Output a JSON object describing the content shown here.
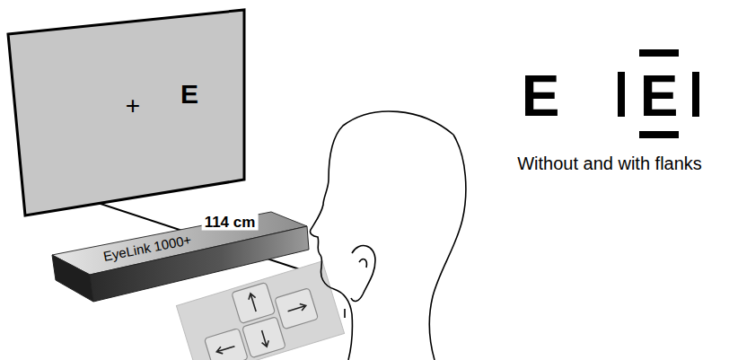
{
  "diagram": {
    "nodes": [
      {
        "text": [
          "+",
          "E"
        ]
      },
      {
        "text": [
          "EyeLink 1000+"
        ]
      }
    ],
    "labels": [
      "114 cm",
      "E",
      "E",
      "Without and with flanks"
    ]
  }
}
